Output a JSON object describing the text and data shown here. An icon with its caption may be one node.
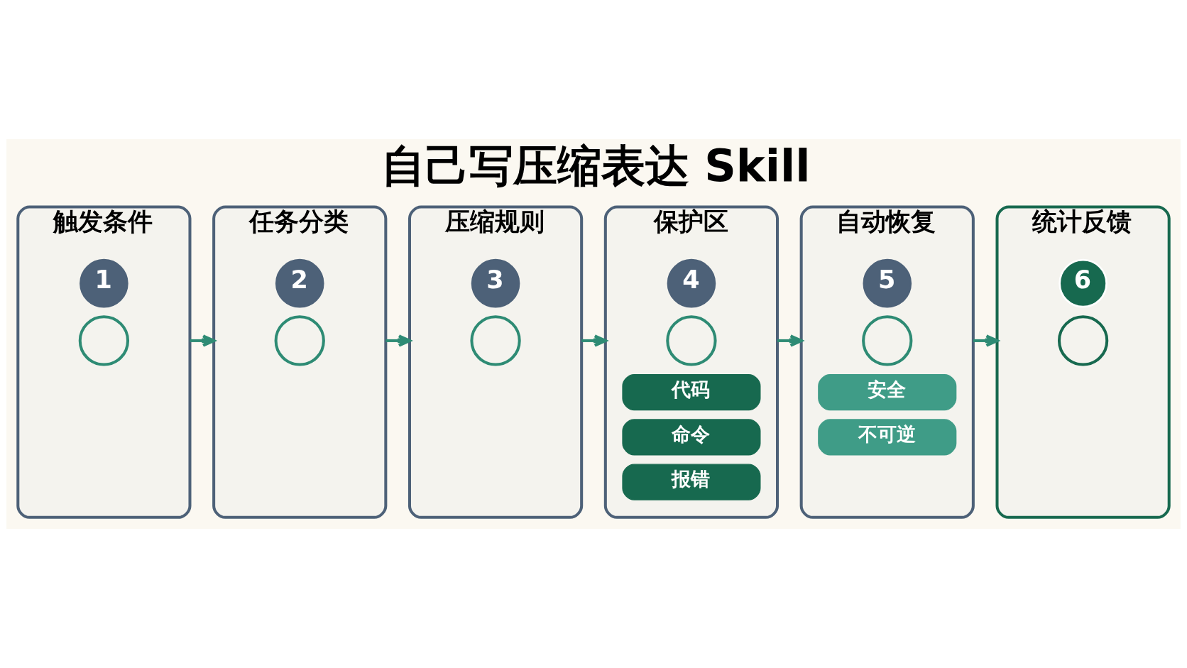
{
  "diagram": {
    "title": "自己写压缩表达 Skill",
    "nodes": [
      {
        "text": [
          "触发条件"
        ]
      },
      {
        "text": [
          "1"
        ],
        "in": 0
      },
      {
        "text": [],
        "shape": "circle",
        "in": 0
      },
      {
        "text": [
          "任务分类"
        ]
      },
      {
        "text": [
          "2"
        ],
        "in": 3
      },
      {
        "text": [],
        "shape": "circle",
        "in": 3
      },
      {
        "text": [
          "压缩规则"
        ]
      },
      {
        "text": [
          "3"
        ],
        "in": 6
      },
      {
        "text": [],
        "shape": "circle",
        "in": 6
      },
      {
        "text": [
          "保护区"
        ]
      },
      {
        "text": [
          "4"
        ],
        "in": 9
      },
      {
        "text": [],
        "shape": "circle",
        "in": 9
      },
      {
        "text": [
          "代码"
        ],
        "in": 9
      },
      {
        "text": [
          "命令"
        ],
        "in": 9
      },
      {
        "text": [
          "报错"
        ],
        "in": 9
      },
      {
        "text": [
          "自动恢复"
        ]
      },
      {
        "text": [
          "5"
        ],
        "in": 15
      },
      {
        "text": [],
        "shape": "circle",
        "in": 15
      },
      {
        "text": [
          "安全"
        ],
        "in": 15
      },
      {
        "text": [
          "不可逆"
        ],
        "in": 15
      },
      {
        "text": [
          "统计反馈"
        ]
      },
      {
        "text": [
          "6"
        ],
        "in": 20
      },
      {
        "text": [],
        "shape": "circle",
        "in": 20
      }
    ],
    "edges": [
      {
        "from": 0,
        "to": 3,
        "arrow": "to"
      },
      {
        "from": 3,
        "to": 6,
        "arrow": "to"
      },
      {
        "from": 6,
        "to": 9,
        "arrow": "to"
      },
      {
        "from": 9,
        "to": 15,
        "arrow": "to"
      },
      {
        "from": 15,
        "to": 20,
        "arrow": "to"
      }
    ]
  }
}
